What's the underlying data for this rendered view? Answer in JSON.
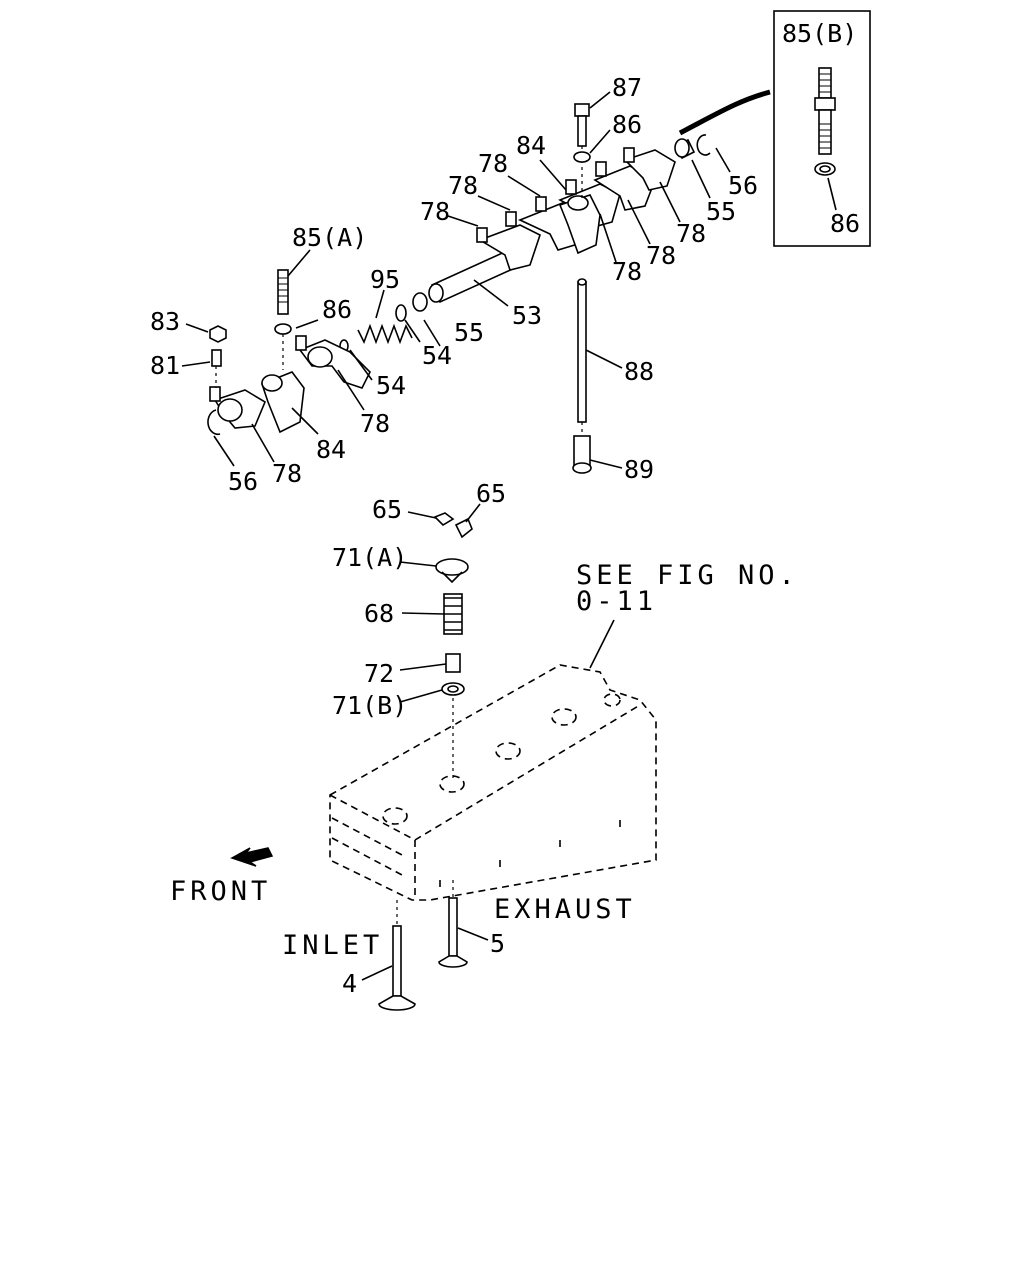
{
  "labels": {
    "l87": "87",
    "l86_top": "86",
    "l84_top": "84",
    "l78_a": "78",
    "l78_b": "78",
    "l78_c": "78",
    "l56_top": "56",
    "l55_top": "55",
    "l78_d": "78",
    "l78_e": "78",
    "l78_f": "78",
    "l85A": "85(A)",
    "l95": "95",
    "l86_mid": "86",
    "l83": "83",
    "l81": "81",
    "l54_a": "54",
    "l55_mid": "55",
    "l53": "53",
    "l54_b": "54",
    "l78_g": "78",
    "l84_mid": "84",
    "l78_h": "78",
    "l56_bot": "56",
    "l88": "88",
    "l89": "89",
    "l85B": "85(B)",
    "l86_inset": "86",
    "l65_a": "65",
    "l65_b": "65",
    "l71A": "71(A)",
    "l68": "68",
    "l72": "72",
    "l71B": "71(B)",
    "see_fig_1": "SEE FIG NO.",
    "see_fig_2": "0-11",
    "front": "FRONT",
    "exhaust": "EXHAUST",
    "l5": "5",
    "inlet": "INLET",
    "l4": "4"
  }
}
